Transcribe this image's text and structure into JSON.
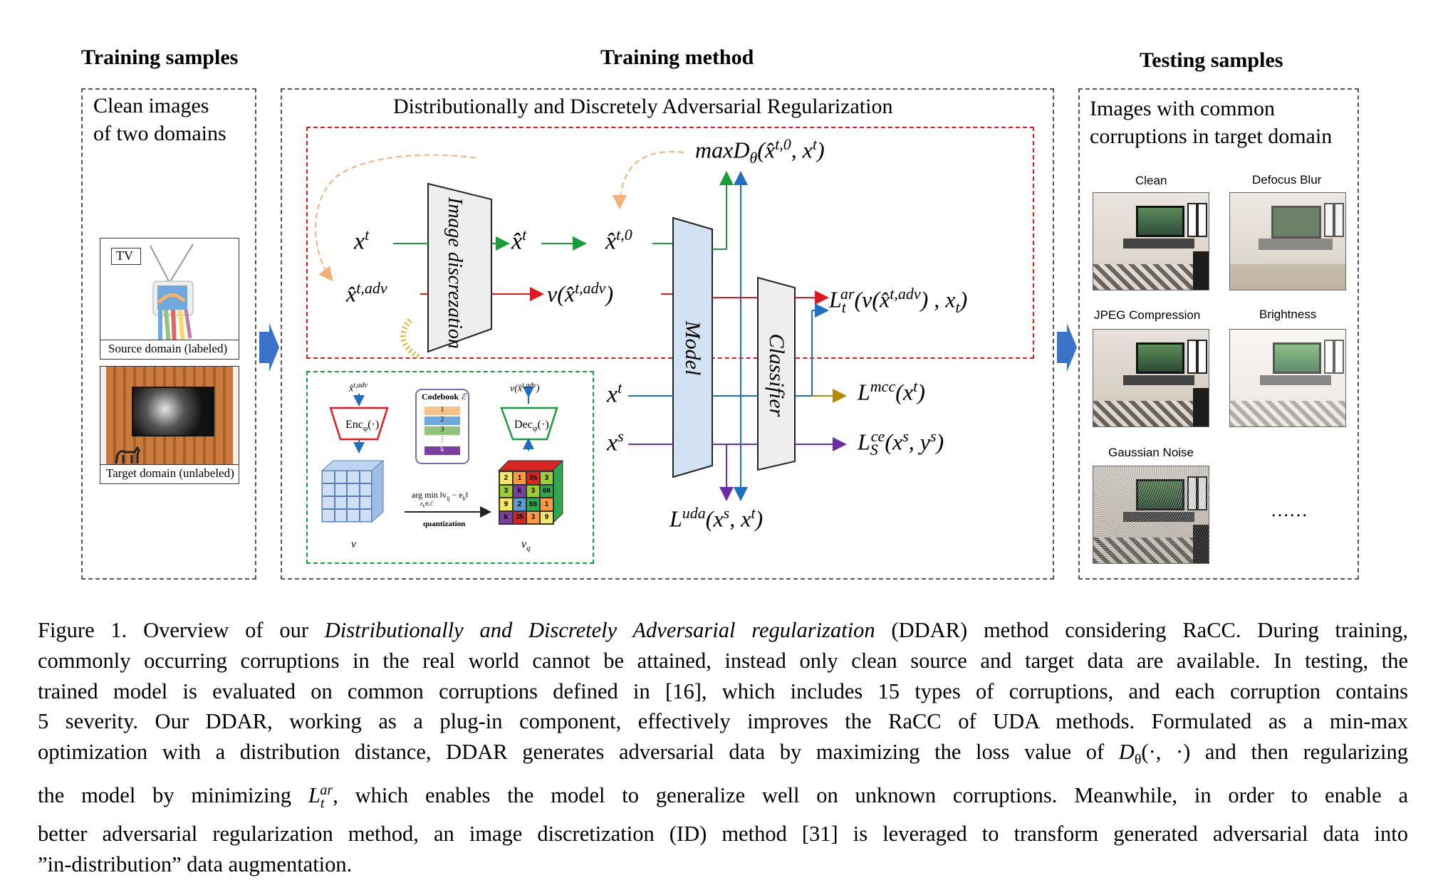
{
  "headers": {
    "training_samples": "Training samples",
    "training_method": "Training method",
    "testing_samples": "Testing samples"
  },
  "left_panel": {
    "title_line1": "Clean images",
    "title_line2": "of two domains",
    "tv_label": "TV",
    "source_caption": "Source domain (labeled)",
    "target_caption": "Target domain (unlabeled)"
  },
  "middle_panel": {
    "title": "Distributionally and Discretely Adversarial Regularization",
    "block_image_discretization": "Image discrezation",
    "block_model": "Model",
    "block_classifier": "Classifier",
    "label_xt": "x",
    "label_xt_sup": "t",
    "label_xhat_t": "x̂",
    "label_xhat_t_sup": "t",
    "label_xhat_t0_sup": "t,0",
    "label_xhat_adv_sup": "t,adv",
    "label_v_adv": "v(x̂",
    "label_v_adv_close": ")",
    "label_max_D": "maxD",
    "label_max_D_sub": "θ",
    "label_max_D_args": "(x̂",
    "label_max_D_args2": ", x",
    "label_max_D_close": ")",
    "label_Lar": "L",
    "label_Lar_sub": "t",
    "label_Lar_sup": "ar",
    "label_Lar_args": "(v(x̂",
    "label_Lar_args2": ") , x",
    "label_Lar_close_sub": "t",
    "label_Lmcc": "L",
    "label_Lmcc_sup": "mcc",
    "label_Lmcc_args": "(x",
    "label_Lce": "L",
    "label_Lce_sub": "S",
    "label_Lce_sup": "ce",
    "label_Lce_args": "(x",
    "label_Lce_args2": ", y",
    "label_Luda": "L",
    "label_Luda_sup": "uda",
    "label_Luda_args": "(x",
    "label_Luda_args2": ", x",
    "label_xs": "x",
    "label_xs_sup": "s",
    "paren_close": ")"
  },
  "inset": {
    "input_label": "x̂",
    "input_sup": "t,adv",
    "output_label": "v(x̂",
    "output_sup": "t,adv",
    "output_close": ")",
    "enc_label": "Enc",
    "enc_sub": "φ",
    "enc_args": "(·)",
    "dec_label": "Dec",
    "dec_sub": "ψ",
    "dec_args": "(·)",
    "codebook_title": "Codebook",
    "codebook_symbol": "ℰ",
    "codebook_entries": [
      "1",
      "2",
      "3",
      "⋮",
      "k"
    ],
    "argmin_label": "arg min ‖v",
    "argmin_mid": " − e",
    "argmin_close": "‖",
    "argmin_sub": "e",
    "argmin_sub2": "∈ℰ",
    "argmin_ij": "ij",
    "argmin_k": "k",
    "quantization_label": "quantization",
    "v_label": "v",
    "vq_label": "v",
    "vq_sub": "q",
    "cube_front_values": [
      "2",
      "1",
      "35",
      "3",
      "3",
      "k",
      "3",
      "66",
      "9",
      "2",
      "66",
      "1",
      "k",
      "35",
      "3",
      "9"
    ],
    "cube_front_colors": [
      "#f5e663",
      "#ff9a3c",
      "#d92424",
      "#9acd32",
      "#9acd32",
      "#7b3fa0",
      "#9acd32",
      "#2fa84f",
      "#f5e663",
      "#5b9bd5",
      "#2fa84f",
      "#ff9a3c",
      "#7b3fa0",
      "#d92424",
      "#ff9a3c",
      "#f5e663"
    ]
  },
  "right_panel": {
    "title_line1": "Images with common",
    "title_line2": "corruptions in target domain",
    "thumbs": [
      "Clean",
      "Defocus Blur",
      "JPEG Compression",
      "Brightness",
      "Gaussian Noise"
    ],
    "ellipsis": "……"
  },
  "caption": {
    "lines": [
      "Figure 1.  Overview of our Distributionally and Discretely Adversarial regularization (DDAR) method considering RaCC. During training,",
      "commonly occurring corruptions in the real world cannot be attained, instead only clean source and target data are available. In testing, the",
      "trained model is evaluated on common corruptions defined in [16], which includes 15 types of corruptions, and each corruption contains",
      "5 severity.  Our DDAR, working as a plug-in component, effectively improves the RaCC of UDA methods.  Formulated as a min-max",
      "optimization with a distribution distance, DDAR generates adversarial data by maximizing the loss value of D",
      "the model by minimizing L",
      "better adversarial regularization method, an image discretization (ID) method [31] is leveraged to transform generated adversarial data into",
      "”in-distribution” data augmentation."
    ],
    "line1_prefix": "Figure 1.  Overview of our ",
    "line1_italic": "Distributionally and Discretely Adversarial regularization",
    "line1_suffix": " (DDAR) method considering RaCC. During training,",
    "line5_prefix": "optimization with a distribution distance, DDAR generates adversarial data by maximizing the loss value of ",
    "line5_D": "D",
    "line5_D_sub": "θ",
    "line5_D_args": "(·, ·)",
    "line5_suffix": " and then regularizing",
    "line6_prefix": "the model by minimizing ",
    "line6_L": "L",
    "line6_L_sub": "t",
    "line6_L_sup": "ar",
    "line6_suffix": ", which enables the model to generalize well on unknown corruptions.  Meanwhile, in order to enable a"
  },
  "colors": {
    "green": "#1a9c3c",
    "red": "#e0191e",
    "blue": "#1f6fc0",
    "purple": "#6a2fa8",
    "olive": "#b38a00",
    "orange": "#f2b07a",
    "model_fill": "#d3e2f3",
    "arrow_blue": "#3b73c9"
  }
}
